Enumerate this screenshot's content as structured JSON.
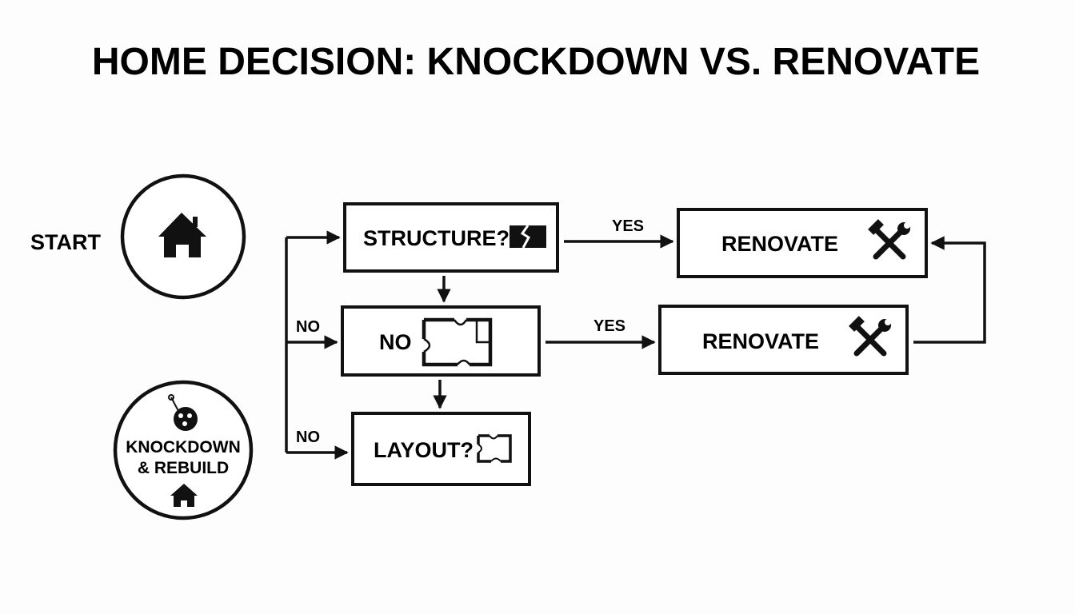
{
  "title": "HOME DECISION: KNOCKDOWN VS. RENOVATE",
  "nodes": {
    "start": {
      "label": "START",
      "icon": "house-icon"
    },
    "structure": {
      "label": "STRUCTURE?",
      "icon": "cracked-wall-icon"
    },
    "no_box": {
      "label": "NO",
      "icon": "floor-plan-icon"
    },
    "layout": {
      "label": "LAYOUT?",
      "icon": "floor-plan-icon"
    },
    "renovate_top": {
      "label": "RENOVATE",
      "icon": "hammer-wrench-icon"
    },
    "renovate_mid": {
      "label": "RENOVATE",
      "icon": "hammer-wrench-icon"
    },
    "knockdown": {
      "line1": "KNOCKDOWN",
      "line2": "& REBUILD",
      "icons": [
        "wrecking-ball-icon",
        "house-icon"
      ]
    }
  },
  "edges": {
    "structure_yes": "YES",
    "no_box_yes": "YES",
    "left_no_upper": "NO",
    "left_no_lower": "NO"
  },
  "colors": {
    "ink": "#111111",
    "background": "#fdfdfd"
  }
}
